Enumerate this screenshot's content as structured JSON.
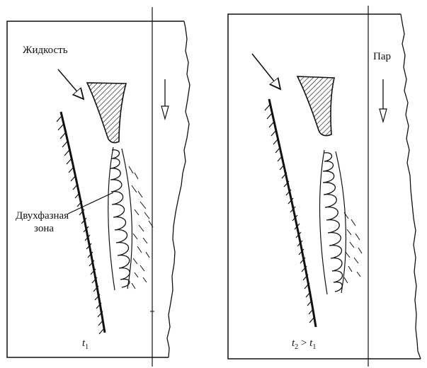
{
  "panels": [
    {
      "labels": {
        "liquid": "Жидкость",
        "two_phase_line1": "Двухфазная",
        "two_phase_line2": "зона"
      },
      "time": {
        "var": "t",
        "sub": "1",
        "relation": "",
        "var2": "",
        "sub2": ""
      }
    },
    {
      "labels": {
        "vapor": "Пар"
      },
      "time": {
        "var": "t",
        "sub": "2",
        "relation": " > ",
        "var2": "t",
        "sub2": "1"
      }
    }
  ],
  "colors": {
    "ink": "#111111",
    "background": "#ffffff"
  }
}
